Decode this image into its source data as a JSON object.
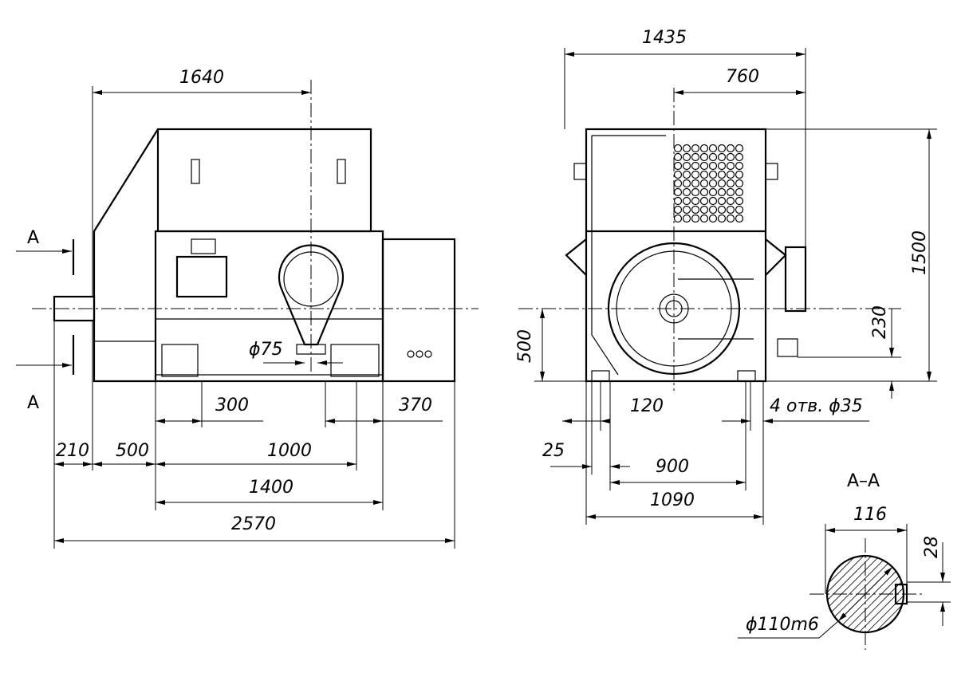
{
  "title": "Motor outline drawing",
  "side_view": {
    "dims": {
      "d1640": "1640",
      "d300": "300",
      "d370": "370",
      "d210": "210",
      "d500": "500",
      "d1000": "1000",
      "d1400": "1400",
      "d2570": "2570",
      "phi75": "ϕ75"
    },
    "section_mark_top": "A",
    "section_mark_bottom": "A"
  },
  "front_view": {
    "dims": {
      "d1435": "1435",
      "d760": "760",
      "d1500": "1500",
      "d230": "230",
      "d500": "500",
      "d120": "120",
      "holes": "4 отв. ϕ35",
      "d25": "25",
      "d900": "900",
      "d1090": "1090"
    }
  },
  "section": {
    "label": "A–A",
    "dims": {
      "d116": "116",
      "d28": "28",
      "shaft": "ϕ110m6"
    }
  }
}
